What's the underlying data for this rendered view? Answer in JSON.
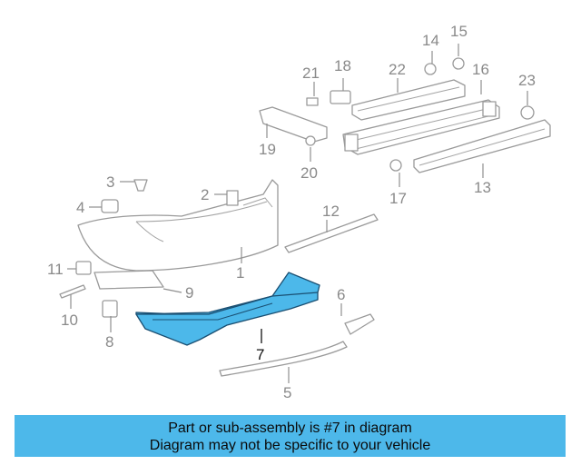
{
  "diagram": {
    "highlight_color": "#4db8ea",
    "highlighted_part": "7",
    "callouts": [
      "1",
      "2",
      "3",
      "4",
      "5",
      "6",
      "7",
      "8",
      "9",
      "10",
      "11",
      "12",
      "13",
      "14",
      "15",
      "16",
      "17",
      "18",
      "19",
      "20",
      "21",
      "22",
      "23"
    ]
  },
  "banner": {
    "line1": "Part or sub-assembly is #7 in diagram",
    "line2": "Diagram may not be specific to your vehicle",
    "background": "#4db8ea"
  }
}
